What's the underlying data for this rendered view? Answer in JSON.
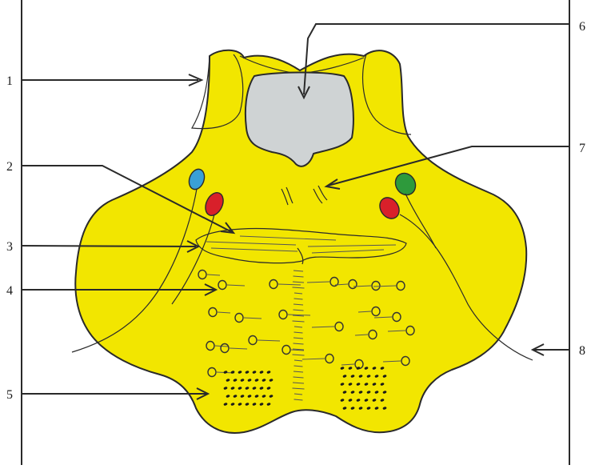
{
  "labels": [
    "1",
    "2",
    "3",
    "4",
    "5",
    "6",
    "7",
    "8"
  ],
  "colors": {
    "body": "#f2e600",
    "outline": "#2a2a2a",
    "ventricle": "#cfd3d4",
    "blue_nucleus": "#3aa0d6",
    "red_nucleus": "#d8202a",
    "green_nucleus": "#2e9a3c"
  }
}
